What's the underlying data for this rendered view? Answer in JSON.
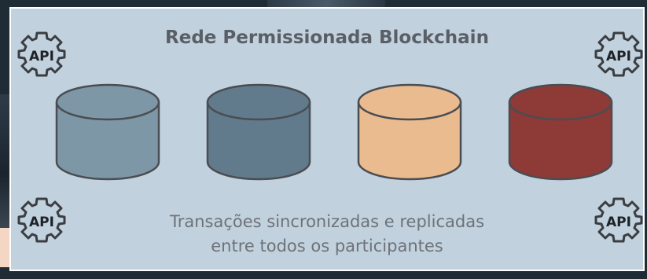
{
  "diagram": {
    "title": "Rede Permissionada Blockchain",
    "caption_line1": "Transações sincronizadas e replicadas",
    "caption_line2": "entre todos os participantes",
    "api_label": "API",
    "icon": "api-gear-icon",
    "databases": [
      {
        "name": "database-1",
        "color": "#7e97a6"
      },
      {
        "name": "database-2",
        "color": "#617b8c"
      },
      {
        "name": "database-3",
        "color": "#eabb8e"
      },
      {
        "name": "database-4",
        "color": "#8e3a36"
      }
    ]
  }
}
